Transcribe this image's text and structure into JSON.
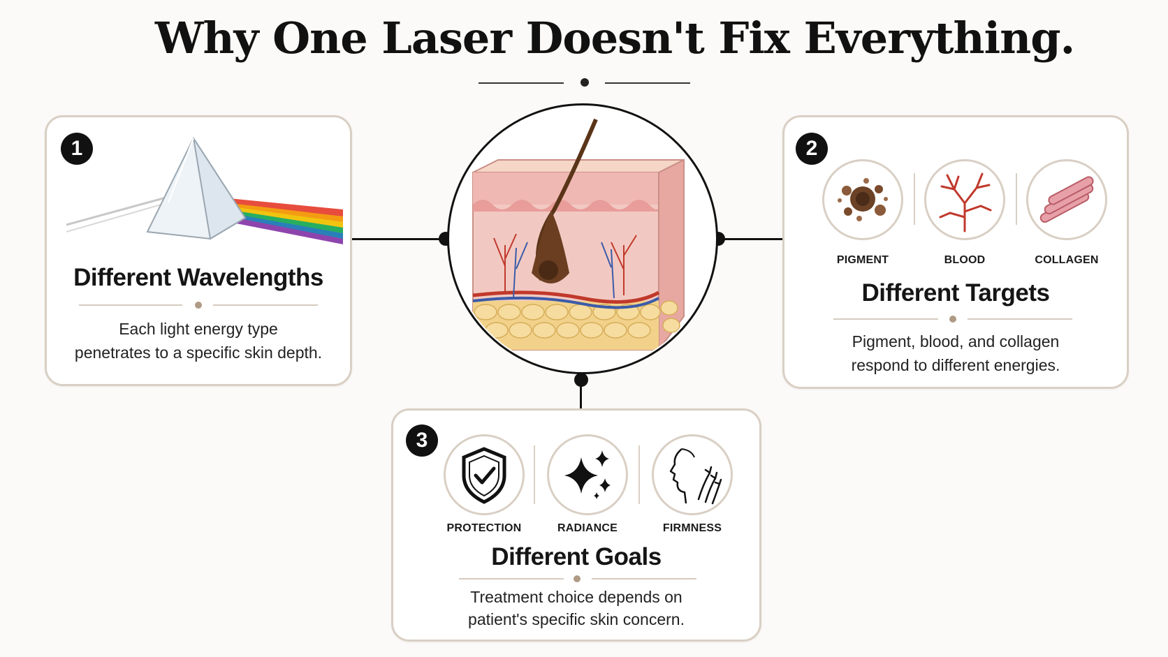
{
  "title": "Why One Laser Doesn't Fix Everything.",
  "cards": [
    {
      "number": "1",
      "heading": "Different Wavelengths",
      "description_lines": [
        "Each light energy type",
        "penetrates to a specific skin depth."
      ],
      "illustration": "prism-icon"
    },
    {
      "number": "2",
      "heading": "Different Targets",
      "description_lines": [
        "Pigment, blood, and collagen",
        "respond to different energies."
      ],
      "icons": [
        {
          "icon": "pigment-icon",
          "label": "PIGMENT"
        },
        {
          "icon": "blood-vessel-icon",
          "label": "BLOOD"
        },
        {
          "icon": "collagen-icon",
          "label": "COLLAGEN"
        }
      ]
    },
    {
      "number": "3",
      "heading": "Different Goals",
      "description_lines": [
        "Treatment choice depends on",
        "patient's specific skin concern."
      ],
      "icons": [
        {
          "icon": "shield-check-icon",
          "label": "PROTECTION"
        },
        {
          "icon": "sparkles-icon",
          "label": "RADIANCE"
        },
        {
          "icon": "face-lift-icon",
          "label": "FIRMNESS"
        }
      ]
    }
  ],
  "center_illustration": "skin-cross-section-icon",
  "colors": {
    "card_border": "#d9cfc4",
    "accent_dot": "#b09a86",
    "badge": "#111111",
    "connector": "#111111"
  }
}
